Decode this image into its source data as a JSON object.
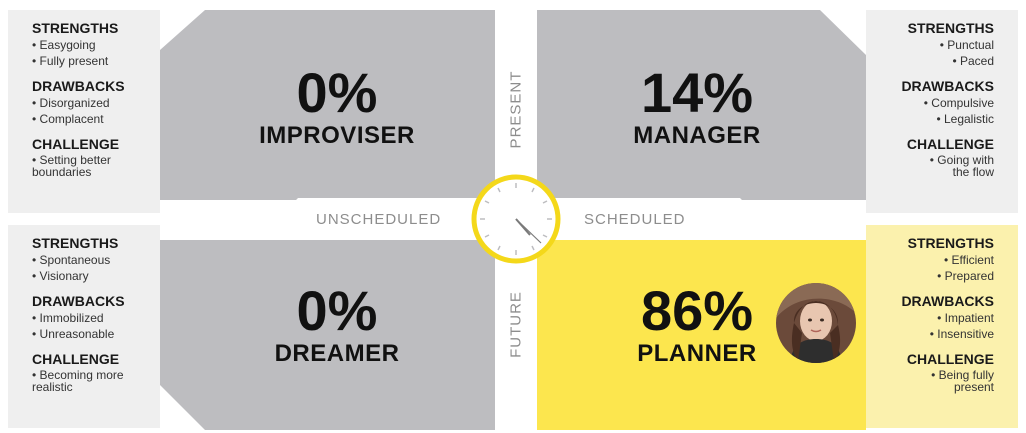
{
  "quadrants": {
    "top_left": {
      "percent": "0%",
      "name": "IMPROVISER"
    },
    "top_right": {
      "percent": "14%",
      "name": "MANAGER"
    },
    "bottom_left": {
      "percent": "0%",
      "name": "DREAMER"
    },
    "bottom_right": {
      "percent": "86%",
      "name": "PLANNER"
    }
  },
  "axes": {
    "left": "UNSCHEDULED",
    "right": "SCHEDULED",
    "top": "PRESENT",
    "bottom": "FUTURE"
  },
  "panels": {
    "top_left": {
      "strengths_title": "STRENGTHS",
      "strengths": [
        "• Easygoing",
        "• Fully present"
      ],
      "drawbacks_title": "DRAWBACKS",
      "drawbacks": [
        "• Disorganized",
        "• Complacent"
      ],
      "challenge_title": "CHALLENGE",
      "challenge": [
        "• Setting better",
        "boundaries"
      ]
    },
    "top_right": {
      "strengths_title": "STRENGTHS",
      "strengths": [
        "• Punctual",
        "• Paced"
      ],
      "drawbacks_title": "DRAWBACKS",
      "drawbacks": [
        "• Compulsive",
        "• Legalistic"
      ],
      "challenge_title": "CHALLENGE",
      "challenge": [
        "• Going with",
        "the flow"
      ]
    },
    "bottom_left": {
      "strengths_title": "STRENGTHS",
      "strengths": [
        "• Spontaneous",
        "• Visionary"
      ],
      "drawbacks_title": "DRAWBACKS",
      "drawbacks": [
        "• Immobilized",
        "• Unreasonable"
      ],
      "challenge_title": "CHALLENGE",
      "challenge": [
        "• Becoming more",
        "realistic"
      ]
    },
    "bottom_right": {
      "strengths_title": "STRENGTHS",
      "strengths": [
        "• Efficient",
        "• Prepared"
      ],
      "drawbacks_title": "DRAWBACKS",
      "drawbacks": [
        "• Impatient",
        "• Insensitive"
      ],
      "challenge_title": "CHALLENGE",
      "challenge": [
        "• Being fully",
        "present"
      ]
    }
  },
  "colors": {
    "quadrant_gray": "#bdbdc0",
    "highlight_yellow": "#fce64e",
    "panel_gray": "#efefef",
    "panel_highlight": "#fbf1ad",
    "clock_ring": "#f4d81a"
  }
}
